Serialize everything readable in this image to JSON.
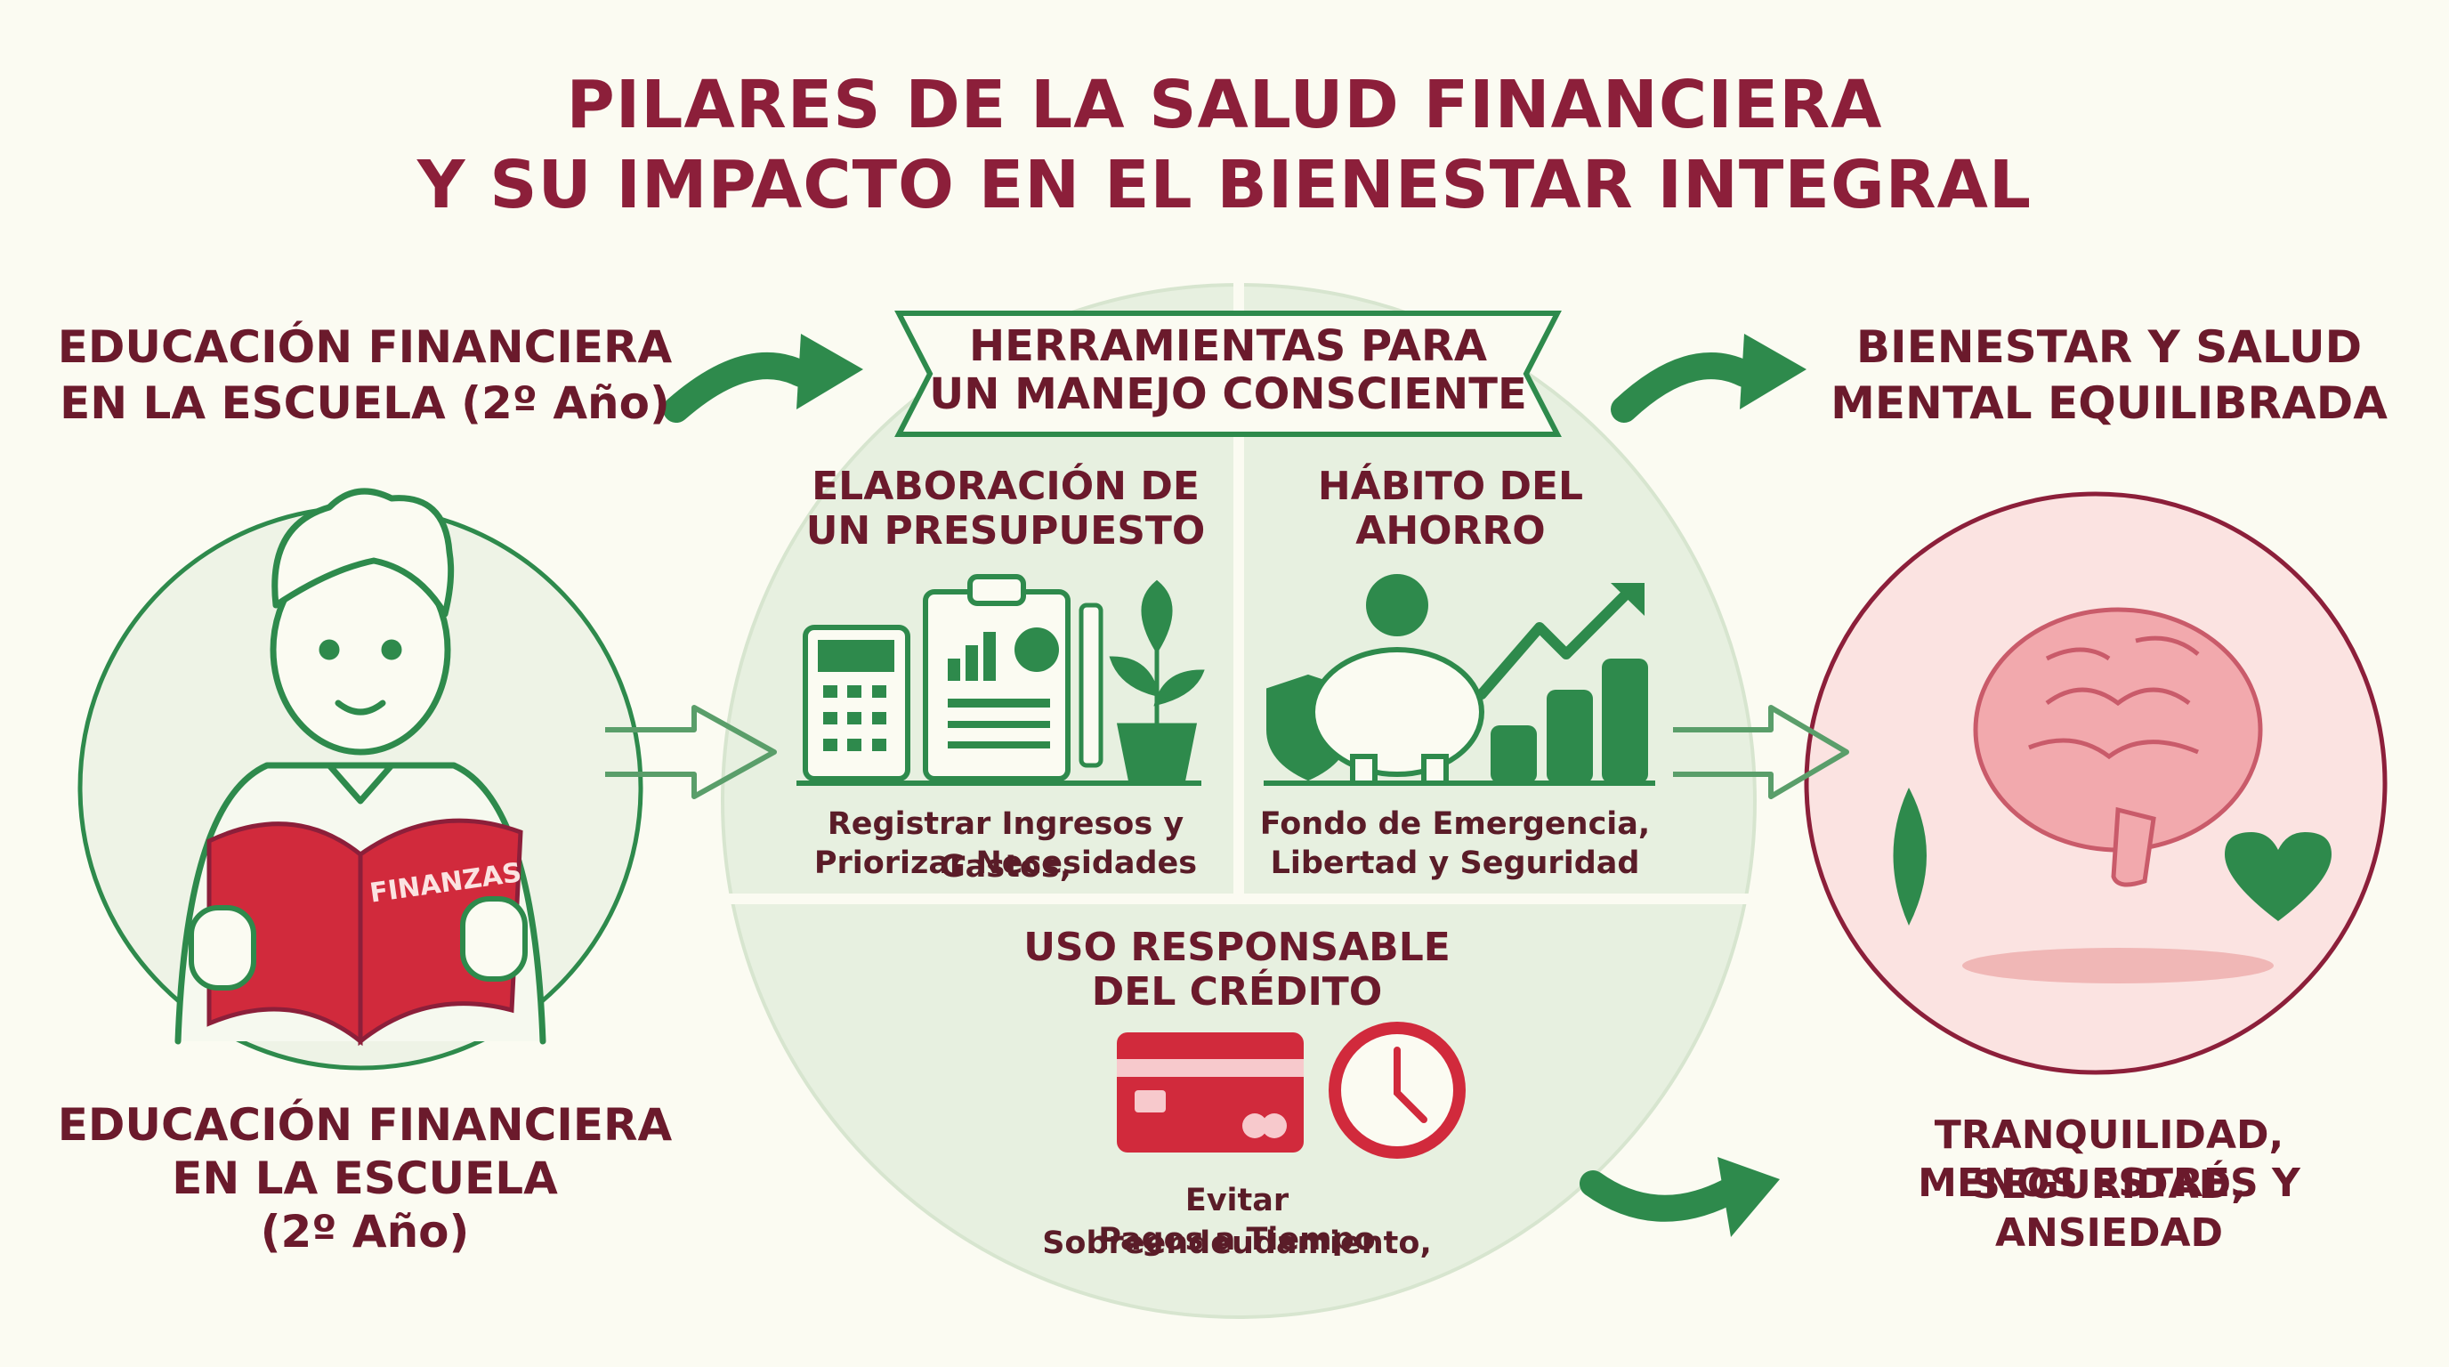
{
  "title": {
    "line1": "PILARES DE LA SALUD FINANCIERA",
    "line2": "Y SU IMPACTO EN EL BIENESTAR INTEGRAL"
  },
  "left": {
    "top_line1": "EDUCACIÓN FINANCIERA",
    "top_line2": "EN LA ESCUELA (2º Año)",
    "book_label": "FINANZAS",
    "bottom_line1": "EDUCACIÓN FINANCIERA",
    "bottom_line2": "EN LA ESCUELA",
    "bottom_line3": "(2º Año)"
  },
  "center": {
    "banner_line1": "HERRAMIENTAS PARA",
    "banner_line2": "UN MANEJO CONSCIENTE",
    "budget": {
      "title_line1": "ELABORACIÓN DE",
      "title_line2": "UN PRESUPUESTO",
      "desc_line1": "Registrar Ingresos y Gastos,",
      "desc_line2": "Priorizar Necesidades"
    },
    "savings": {
      "title_line1": "HÁBITO DEL",
      "title_line2": "AHORRO",
      "desc_line1": "Fondo de Emergencia,",
      "desc_line2": "Libertad y Seguridad"
    },
    "credit": {
      "title_line1": "USO RESPONSABLE",
      "title_line2": "DEL CRÉDITO",
      "desc_line1": "Evitar Sobreendeudamiento,",
      "desc_line2": "Pagos a Tiempo"
    }
  },
  "right": {
    "top_line1": "BIENESTAR Y SALUD",
    "top_line2": "MENTAL EQUILIBRADA",
    "bottom_line1": "TRANQUILIDAD, SEGURIDAD,",
    "bottom_line2": "MENOS ESTRÉS Y ANSIEDAD"
  },
  "colors": {
    "maroon": "#8c1f3a",
    "green": "#2e8a4c",
    "red": "#d12a3c",
    "pink": "#f2a9ad",
    "background": "#fbfbf2"
  }
}
